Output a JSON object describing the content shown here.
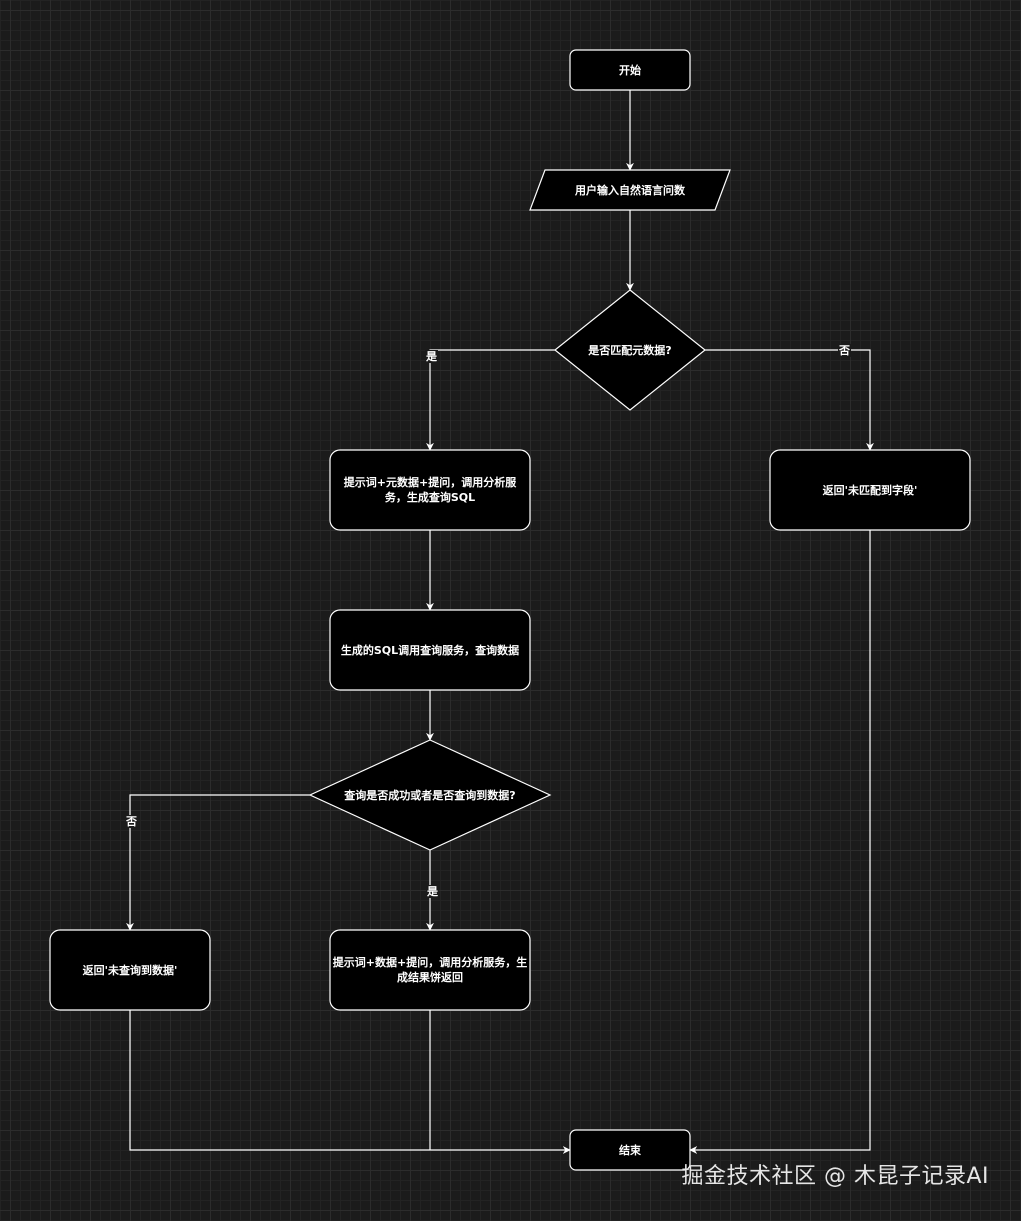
{
  "diagram": {
    "nodes": {
      "start": "开始",
      "input": "用户输入自然语言问数",
      "decision_metadata": "是否匹配元数据?",
      "generate_sql": "提示词+元数据+提问，调用分析服务，生成查询SQL",
      "no_field_match": "返回'未匹配到字段'",
      "query_data": "生成的SQL调用查询服务，查询数据",
      "decision_query": "查询是否成功或者是否查询到数据?",
      "no_data": "返回'未查询到数据'",
      "generate_result": "提示词+数据+提问，调用分析服务，生成结果饼返回",
      "end": "结束"
    },
    "edge_labels": {
      "metadata_yes": "是",
      "metadata_no": "否",
      "query_no": "否",
      "query_yes": "是"
    }
  },
  "watermark": "掘金技术社区 @ 木昆子记录AI",
  "colors": {
    "background": "#1b1b1b",
    "grid": "#2c2c2c",
    "node_fill": "#000000",
    "stroke": "#ffffff",
    "text": "#ffffff"
  }
}
